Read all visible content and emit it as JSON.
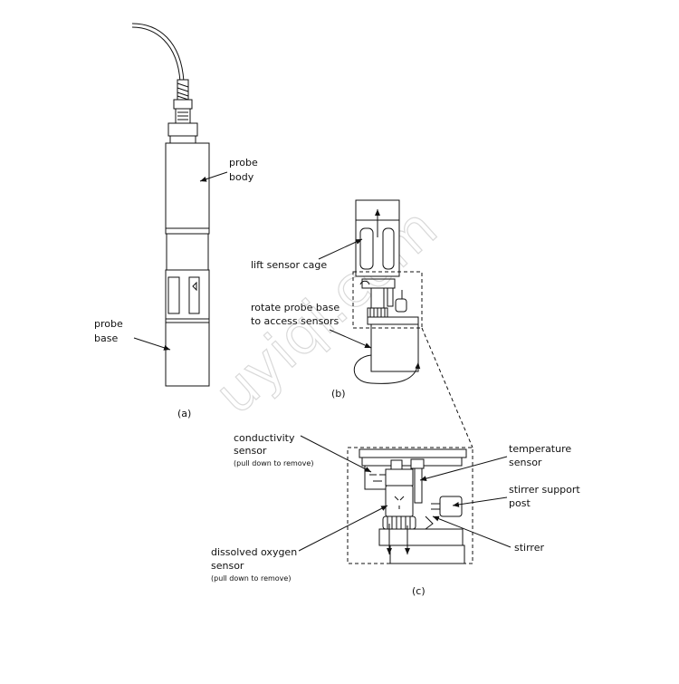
{
  "labels": {
    "probe_body_1": "probe",
    "probe_body_2": "body",
    "probe_base_1": "probe",
    "probe_base_2": "base",
    "panel_a": "(a)",
    "panel_b": "(b)",
    "panel_c": "(c)",
    "lift_sensor_cage": "lift sensor cage",
    "rotate_1": "rotate probe base",
    "rotate_2": "to access sensors",
    "conductivity_1": "conductivity",
    "conductivity_2": "sensor",
    "conductivity_note": "(pull down to remove)",
    "temperature_1": "temperature",
    "temperature_2": "sensor",
    "stirrer_post_1": "stirrer support",
    "stirrer_post_2": "post",
    "stirrer": "stirrer",
    "do_1": "dissolved oxygen",
    "do_2": "sensor",
    "do_note": "(pull down to remove)"
  },
  "watermark": "uyiqi.com"
}
